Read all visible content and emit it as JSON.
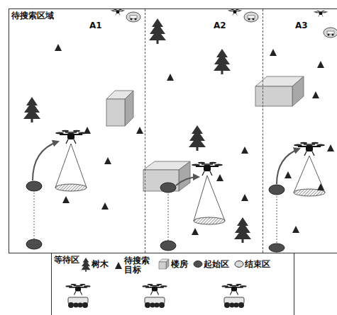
{
  "diagram": {
    "nodes": [
      {
        "text": [
          "待搜索区域"
        ]
      },
      {
        "text": [
          "A1"
        ],
        "in": 0
      },
      {
        "text": [
          "A2"
        ],
        "in": 0
      },
      {
        "text": [
          "A3"
        ],
        "in": 0
      },
      {
        "text": [
          "等待区"
        ]
      }
    ],
    "legend": [
      {
        "text": "树木"
      },
      {
        "text": "待搜索目标"
      },
      {
        "text": "楼房"
      },
      {
        "text": "起始区",
        "color": "#4d4d4d"
      },
      {
        "text": "结束区",
        "color": "#d9d9d9"
      }
    ]
  }
}
